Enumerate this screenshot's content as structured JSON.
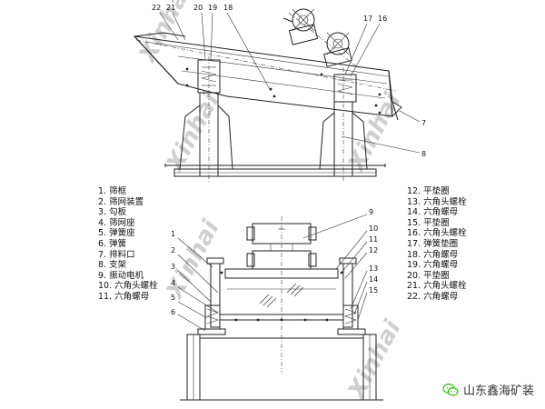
{
  "diagram": {
    "callouts_top": [
      "22",
      "21",
      "20",
      "19",
      "18",
      "17",
      "16",
      "7",
      "8"
    ],
    "callouts_bottom": [
      "1",
      "2",
      "3",
      "4",
      "5",
      "6",
      "9",
      "10",
      "11",
      "12",
      "13",
      "14",
      "15"
    ],
    "watermark": "Xinhai"
  },
  "legend_left": [
    "1. 筛框",
    "2. 筛网装置",
    "3. 勾板",
    "4. 筛网座",
    "5. 弹簧座",
    "6. 弹簧",
    "7. 排料口",
    "8. 支架",
    "9. 振动电机",
    "10. 六角头螺栓",
    "11. 六角螺母"
  ],
  "legend_right": [
    "12. 平垫圈",
    "13. 六角头螺栓",
    "14. 六角螺母",
    "15. 平垫圈",
    "16. 六角头螺栓",
    "17. 弹簧垫圈",
    "18. 六角螺母",
    "19. 六角螺母",
    "20. 平垫圈",
    "21. 六角头螺栓",
    "22. 六角螺母"
  ],
  "brand": {
    "name": "山东鑫海矿装",
    "icon": "wechat-icon",
    "color": "#2dc100"
  }
}
